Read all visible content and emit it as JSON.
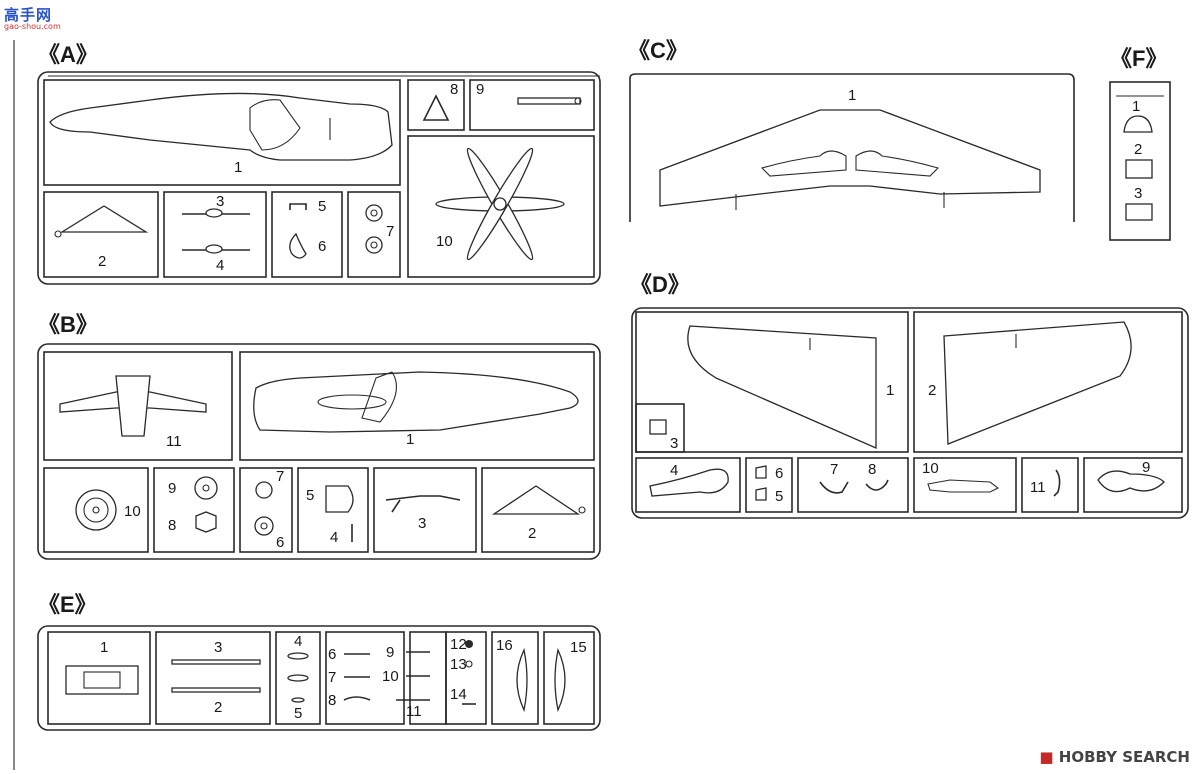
{
  "site_logo": {
    "name": "高手网",
    "url": "gao-shou.com"
  },
  "watermark": {
    "symbol": "■",
    "text": "HOBBY SEARCH"
  },
  "runners": [
    {
      "id": "A",
      "header": "《A》",
      "parts": [
        "1",
        "2",
        "3",
        "4",
        "5",
        "6",
        "7",
        "8",
        "9",
        "10"
      ]
    },
    {
      "id": "B",
      "header": "《B》",
      "parts": [
        "1",
        "2",
        "3",
        "4",
        "5",
        "6",
        "7",
        "8",
        "9",
        "10",
        "11"
      ]
    },
    {
      "id": "C",
      "header": "《C》",
      "parts": [
        "1"
      ]
    },
    {
      "id": "D",
      "header": "《D》",
      "parts": [
        "1",
        "2",
        "3",
        "4",
        "5",
        "6",
        "7",
        "8",
        "9",
        "10",
        "11"
      ]
    },
    {
      "id": "E",
      "header": "《E》",
      "parts": [
        "1",
        "2",
        "3",
        "4",
        "5",
        "6",
        "7",
        "8",
        "9",
        "10",
        "11",
        "12",
        "13",
        "14",
        "15",
        "16"
      ]
    },
    {
      "id": "F",
      "header": "《F》",
      "parts": [
        "1",
        "2",
        "3"
      ]
    }
  ]
}
